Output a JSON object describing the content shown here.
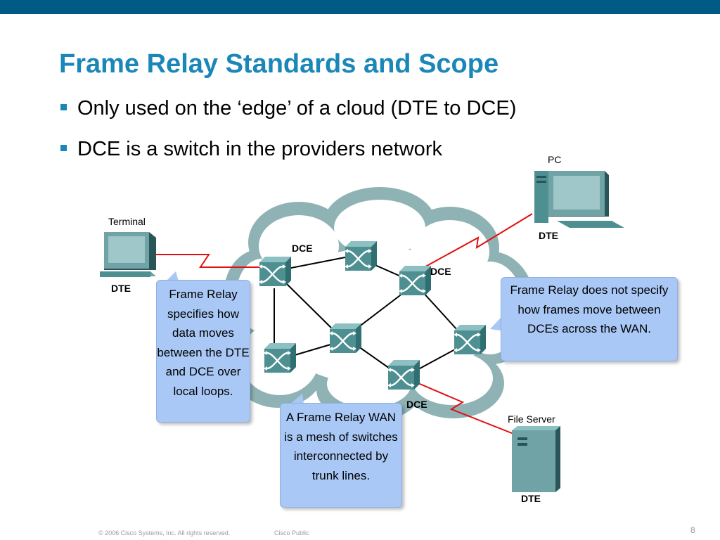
{
  "slide": {
    "title": "Frame Relay Standards and Scope",
    "bullets": [
      "Only used on the ‘edge’ of a cloud (DTE to DCE)",
      "DCE is a switch in the providers network"
    ]
  },
  "diagram": {
    "devices": {
      "terminal": {
        "name": "Terminal",
        "role": "DTE"
      },
      "pc": {
        "name": "PC",
        "role": "DTE"
      },
      "file_server": {
        "name": "File Server",
        "role": "DTE"
      }
    },
    "dce_labels": [
      "DCE",
      "DCE",
      "DCE"
    ],
    "callouts": {
      "left": "Frame Relay specifies how data moves between the DTE and DCE over local loops.",
      "right": "Frame Relay does not specify how frames move between DCEs across the WAN.",
      "bottom": "A Frame Relay WAN is a mesh of switches interconnected by trunk lines."
    },
    "colors": {
      "cloud": "#8fb3b4",
      "local_loop": "#e01010",
      "switch": "#4e8f92",
      "callout": "#a9c8f5"
    }
  },
  "footer": {
    "copyright": "© 2006 Cisco Systems, Inc. All rights reserved.",
    "classification": "Cisco Public",
    "page_number": "8"
  }
}
